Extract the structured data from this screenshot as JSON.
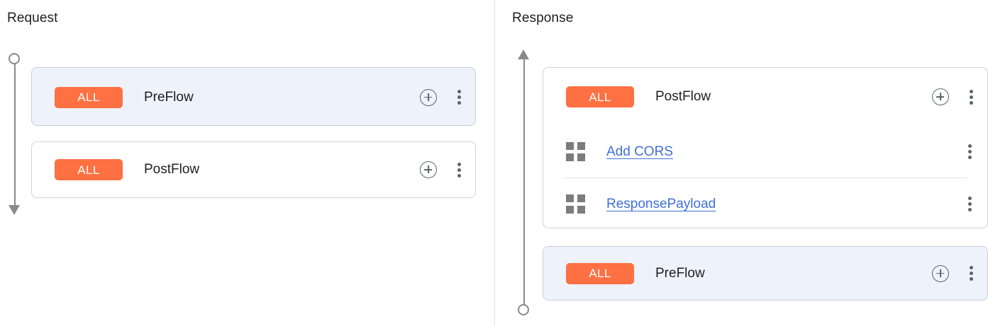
{
  "panels": {
    "request": {
      "title": "Request",
      "timeline": {
        "start_icon": "circle-node-icon",
        "end_icon": "arrow-down-icon"
      },
      "flows": [
        {
          "badge": "ALL",
          "name": "PreFlow",
          "selected": true,
          "add_icon": "plus-circle-icon",
          "menu_icon": "kebab-menu-icon",
          "policies": []
        },
        {
          "badge": "ALL",
          "name": "PostFlow",
          "selected": false,
          "add_icon": "plus-circle-icon",
          "menu_icon": "kebab-menu-icon",
          "policies": []
        }
      ]
    },
    "response": {
      "title": "Response",
      "timeline": {
        "start_icon": "arrow-up-icon",
        "end_icon": "circle-node-icon"
      },
      "flows": [
        {
          "badge": "ALL",
          "name": "PostFlow",
          "selected": false,
          "add_icon": "plus-circle-icon",
          "menu_icon": "kebab-menu-icon",
          "policies": [
            {
              "name": "Add CORS",
              "icon": "policy-grid-icon",
              "menu_icon": "kebab-menu-icon"
            },
            {
              "name": "ResponsePayload",
              "icon": "policy-grid-icon",
              "menu_icon": "kebab-menu-icon"
            }
          ]
        },
        {
          "badge": "ALL",
          "name": "PreFlow",
          "selected": true,
          "add_icon": "plus-circle-icon",
          "menu_icon": "kebab-menu-icon",
          "policies": []
        }
      ]
    }
  },
  "colors": {
    "badge_background": "#ff7043",
    "badge_text": "#ffffff",
    "link": "#3f6fd8",
    "selected_card_background": "#eef2fb",
    "card_border": "#cfd3da",
    "timeline": "#8a8a8a",
    "heading_text": "#1f1f1f"
  }
}
